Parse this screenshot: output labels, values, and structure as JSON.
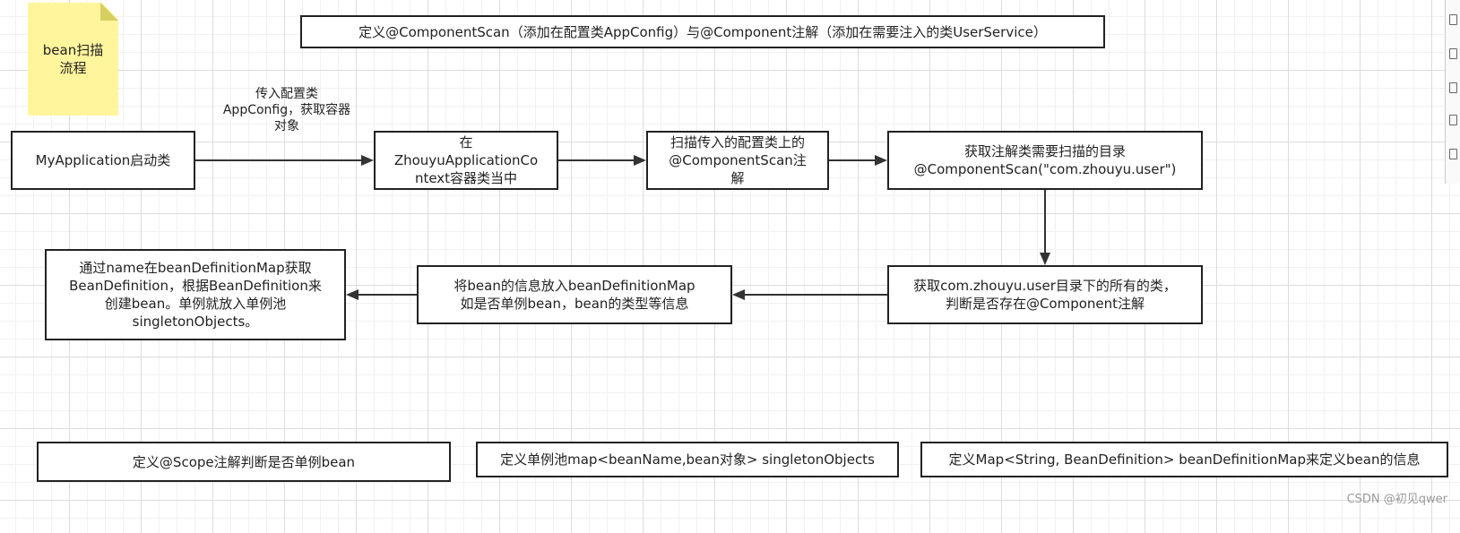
{
  "note": {
    "text": "bean扫描\n流程"
  },
  "top_banner": "定义@ComponentScan（添加在配置类AppConfig）与@Component注解（添加在需要注入的类UserService）",
  "edge_label": "传入配置类\nAppConfig，获取容器\n对象",
  "nodes": {
    "myapp": "MyApplication启动类",
    "context": "在\nZhouyuApplicationCo\nntext容器类当中",
    "scan_annot": "扫描传入的配置类上的\n@ComponentScan注\n解",
    "get_dir": "获取注解类需要扫描的目录\n@ComponentScan(\"com.zhouyu.user\")",
    "get_classes": "获取com.zhouyu.user目录下的所有的类，\n判断是否存在@Component注解",
    "put_info": "将bean的信息放入beanDefinitionMap\n如是否单例bean，bean的类型等信息",
    "create_bean": "通过name在beanDefinitionMap获取\nBeanDefinition，根据BeanDefinition来\n创建bean。单例就放入单例池\nsingletonObjects。"
  },
  "bottom": {
    "scope": "定义@Scope注解判断是否单例bean",
    "singleton_pool": "定义单例池map<beanName,bean对象> singletonObjects",
    "bd_map": "定义Map<String, BeanDefinition> beanDefinitionMap来定义bean的信息"
  },
  "watermark": "CSDN @初见qwer"
}
